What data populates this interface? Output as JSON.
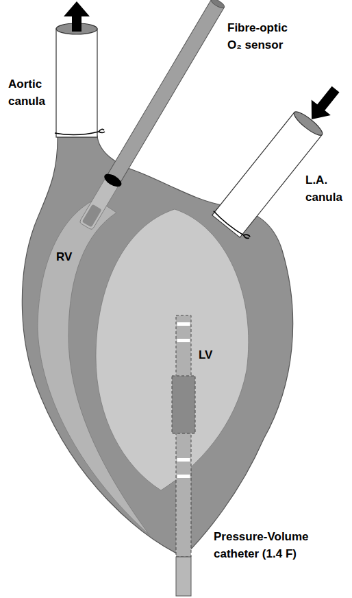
{
  "diagram": {
    "labels": [
      "Aortic canula",
      "Fibre-optic O₂ sensor",
      "L.A. canula",
      "RV",
      "LV",
      "Pressure-Volume catheter (1.4 F)"
    ]
  }
}
